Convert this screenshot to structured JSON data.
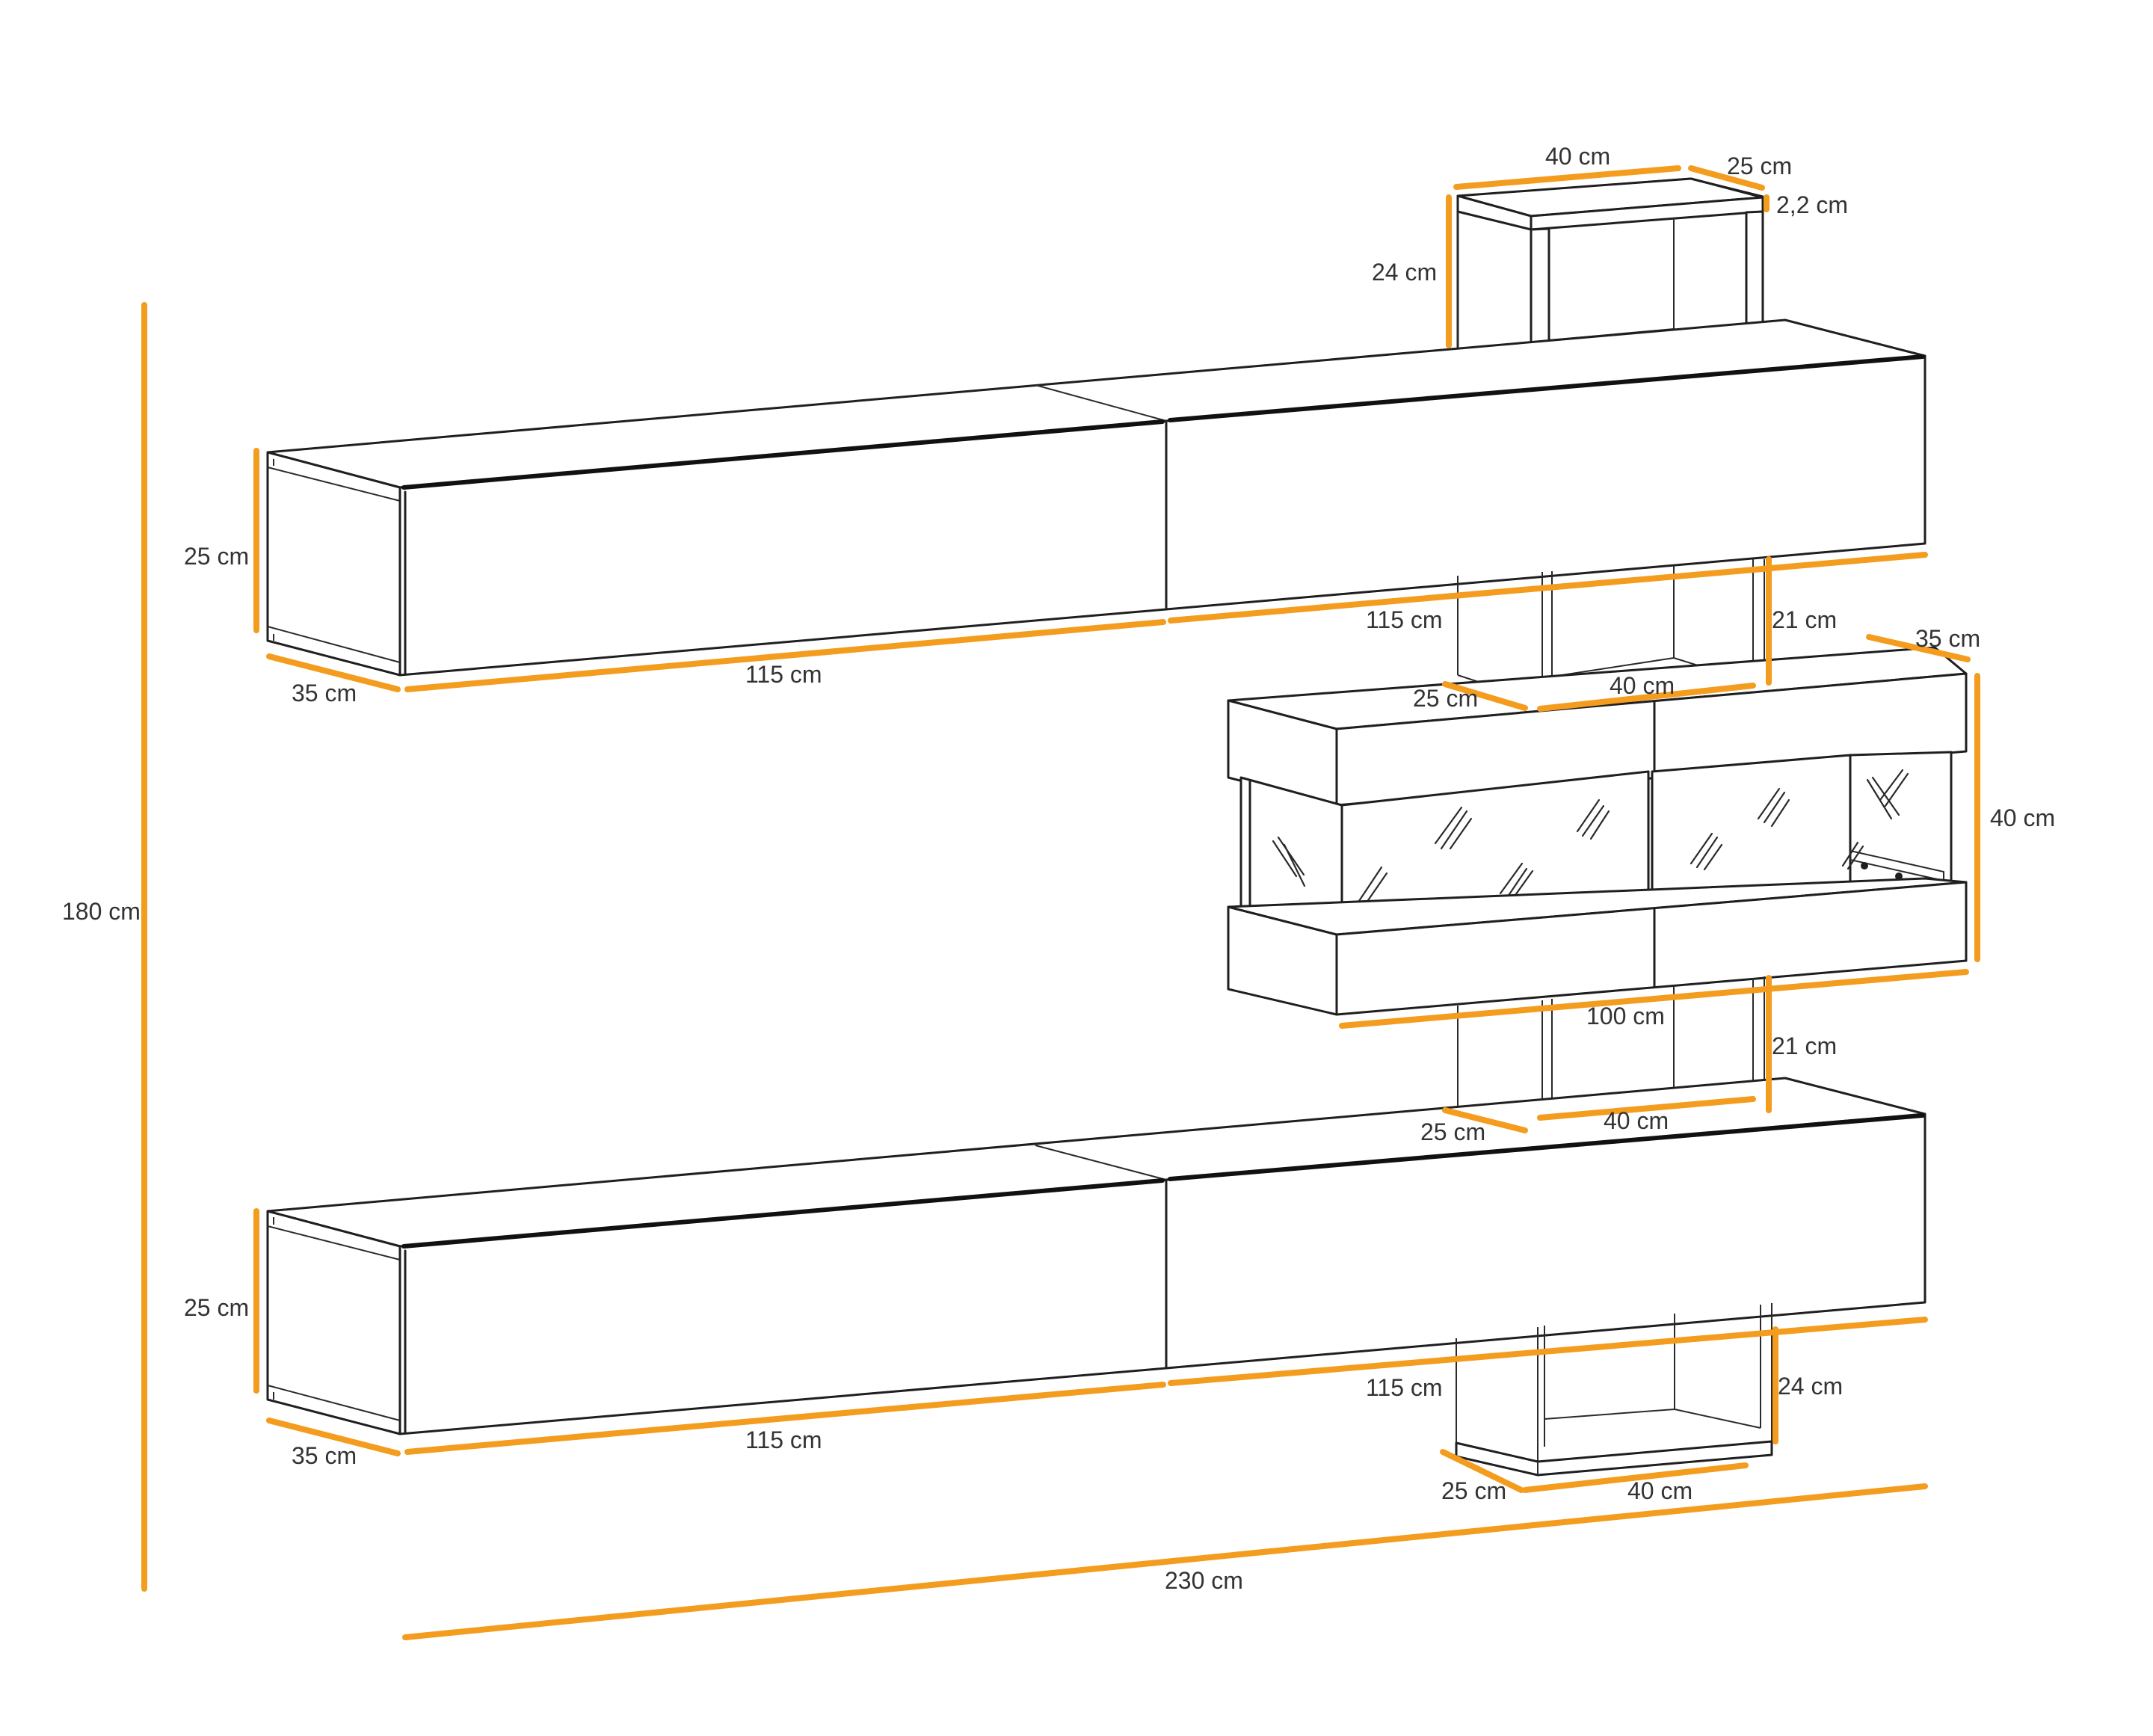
{
  "diagram": {
    "type": "furniture-dimension-drawing",
    "dimension_color": "#f39c1e",
    "line_color": "#1f1f1f",
    "background": "#ffffff",
    "overall": {
      "height_label": "180 cm",
      "width_label": "230 cm"
    },
    "top_shelf": {
      "width_label": "40 cm",
      "depth_label": "25 cm",
      "thickness_label": "2,2 cm",
      "height_label": "24 cm"
    },
    "upper_cabinet": {
      "height_label": "25 cm",
      "depth_label": "35 cm",
      "left_width_label": "115 cm",
      "right_width_label": "115 cm"
    },
    "upper_spacer_shelf": {
      "height_label": "21 cm",
      "depth_label": "25 cm",
      "width_label": "40 cm"
    },
    "glass_cabinet": {
      "depth_label": "35 cm",
      "height_label": "40 cm",
      "width_label": "100 cm"
    },
    "lower_spacer_shelf": {
      "height_label": "21 cm",
      "depth_label": "25 cm",
      "width_label": "40 cm"
    },
    "lower_cabinet": {
      "height_label": "25 cm",
      "depth_label": "35 cm",
      "left_width_label": "115 cm",
      "right_width_label": "115 cm"
    },
    "bottom_shelf": {
      "height_label": "24 cm",
      "depth_label": "25 cm",
      "width_label": "40 cm"
    }
  }
}
